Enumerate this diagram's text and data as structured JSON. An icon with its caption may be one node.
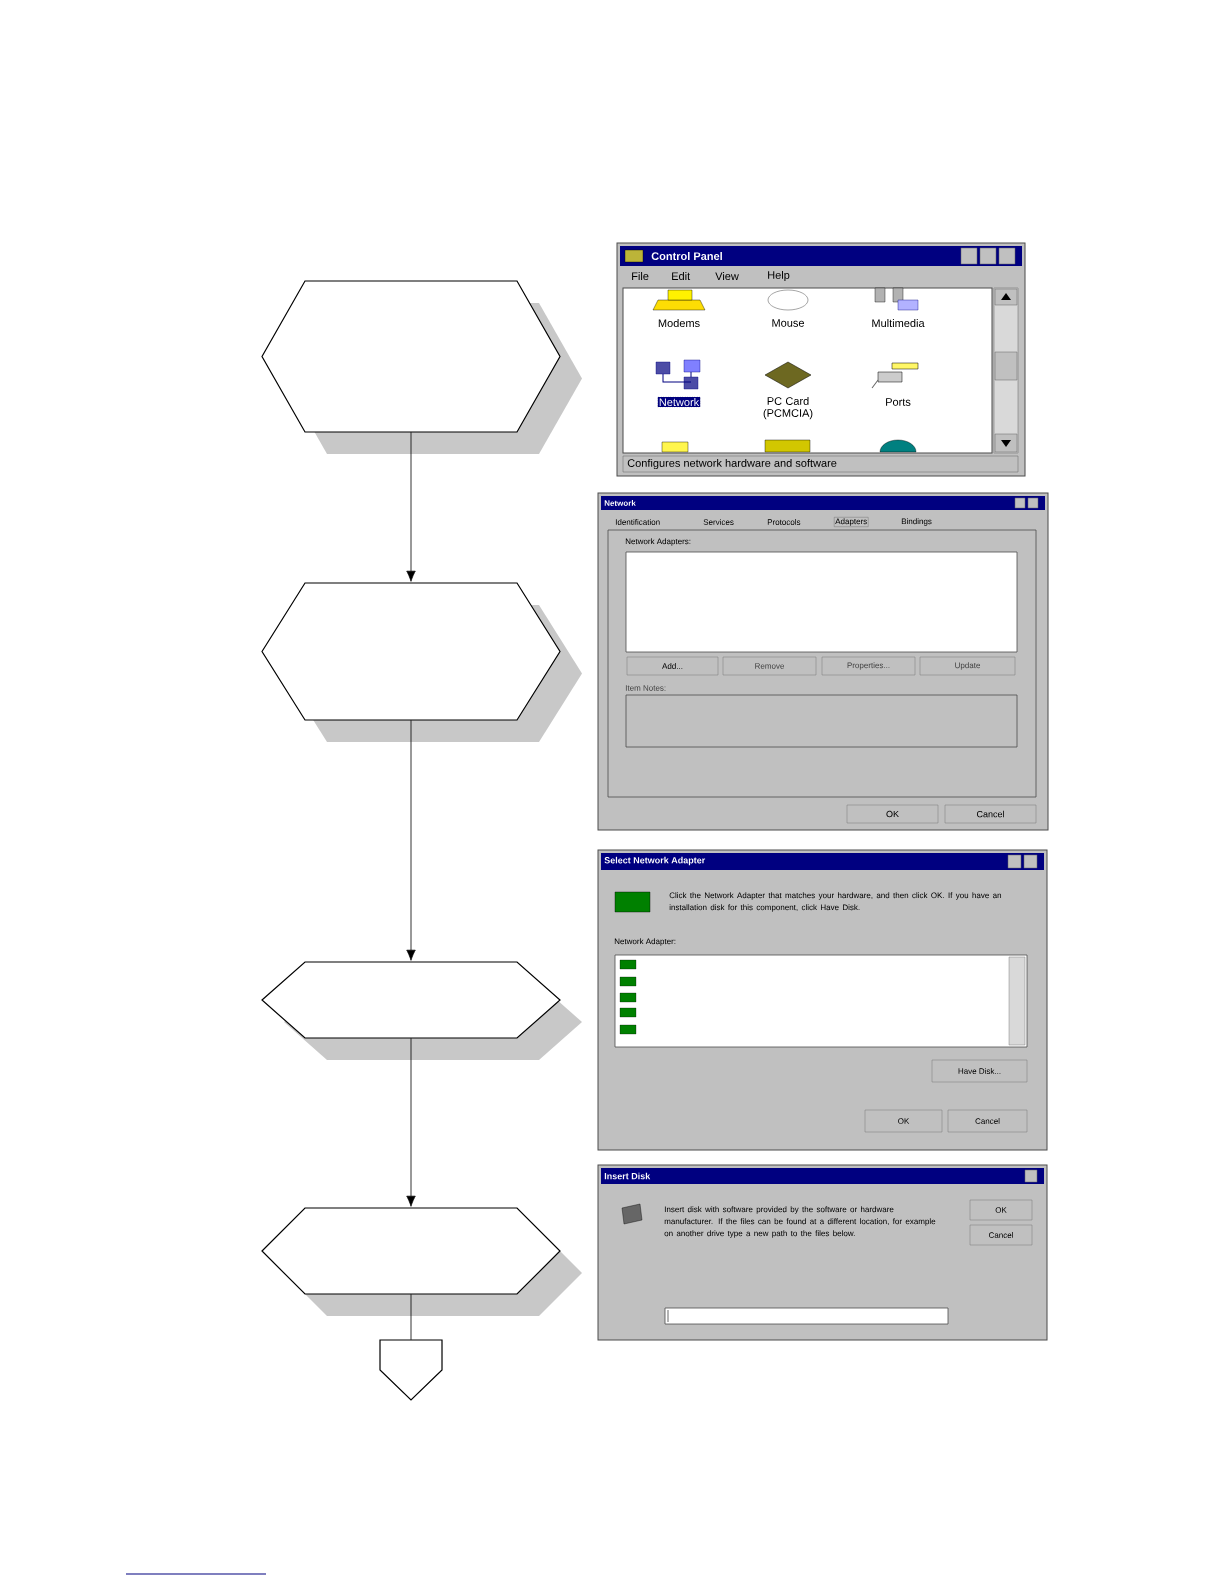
{
  "diagram": {
    "nodes": [
      {
        "text": [],
        "shape": "hexagon"
      },
      {
        "text": [],
        "shape": "hexagon"
      },
      {
        "text": [],
        "shape": "hexagon"
      },
      {
        "text": [],
        "shape": "hexagon"
      },
      {
        "text": [],
        "shape": "pentagon"
      }
    ],
    "edges": [
      {
        "from": 0,
        "to": 1,
        "arrow": "to"
      },
      {
        "from": 1,
        "to": 2,
        "arrow": "to"
      },
      {
        "from": 2,
        "to": 3,
        "arrow": "to"
      },
      {
        "from": 3,
        "to": 4,
        "arrow": "none"
      }
    ],
    "labels": [
      "Control Panel",
      "File",
      "Edit",
      "View",
      "Help",
      "Modems",
      "Mouse",
      "Multimedia",
      "Network",
      "PC Card (PCMCIA)",
      "Ports",
      "Configures network hardware and software",
      "Network",
      "Identification",
      "Services",
      "Protocols",
      "Adapters",
      "Bindings",
      "Network Adapters:",
      "Add...",
      "Remove",
      "Properties...",
      "Update",
      "Item Notes:",
      "OK",
      "Cancel",
      "Select Network Adapter",
      "Click the Network Adapter that matches your hardware, and then click OK. If you have an installation disk for this component, click Have Disk.",
      "Network Adapter:",
      "Have Disk...",
      "OK",
      "Cancel",
      "Insert Disk",
      "Insert disk with software provided by the software or hardware manufacturer. If the files can be found at a different location, for example on another drive type a new path to the files below.",
      "OK",
      "Cancel"
    ]
  }
}
